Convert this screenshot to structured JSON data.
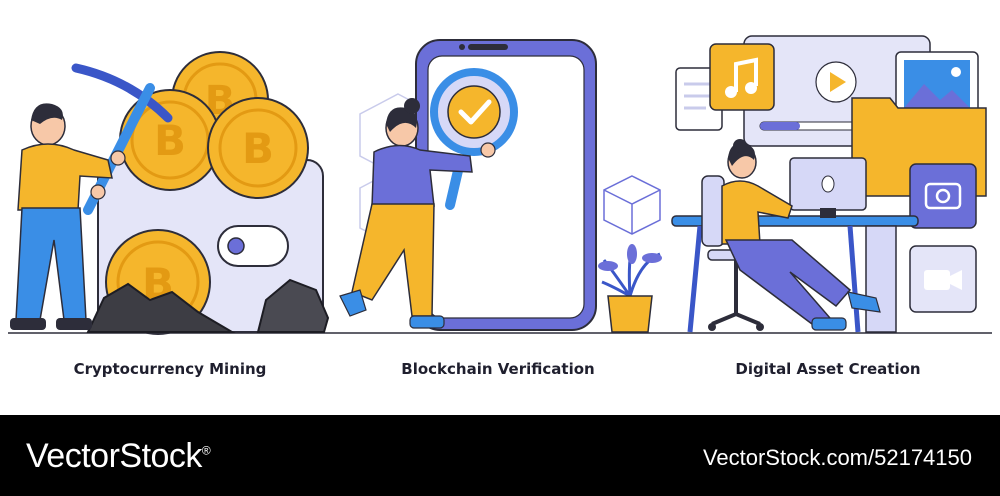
{
  "captions": {
    "mining": "Cryptocurrency Mining",
    "verification": "Blockchain Verification",
    "creation": "Digital Asset Creation"
  },
  "footer": {
    "brand": "VectorStock",
    "brand_mark": "®",
    "image_ref": "VectorStock.com/52174150"
  },
  "colors": {
    "coin": "#f5b62c",
    "coin_dark": "#e39a13",
    "purple": "#6b6fd8",
    "lavender": "#d6d8f7",
    "blue": "#3a8ee6",
    "dark": "#2d2d3a",
    "footer_bg": "#000000"
  }
}
